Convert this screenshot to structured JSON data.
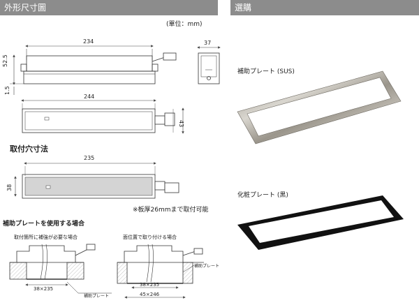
{
  "sections": {
    "outline": "外形尺寸圖",
    "options": "選購"
  },
  "unit_note": "(單位：mm)",
  "front_view": {
    "width": "234",
    "height": "52.5",
    "offset": "1.5"
  },
  "side_view": {
    "width": "37"
  },
  "top_view": {
    "width": "244",
    "depth": "43"
  },
  "cutout": {
    "title": "取付穴寸法",
    "width": "235",
    "height": "38",
    "note": "※板厚26mmまで取付可能"
  },
  "plate_usage": {
    "title": "補助プレートを使用する場合",
    "case1": "取付箇所に補強が必要な場合",
    "case2": "面位置で取り付ける場合",
    "case1_dim": "38×235",
    "case2_dim1": "38×235",
    "case2_dim2": "45×246",
    "plate_label": "補助プレート"
  },
  "products": {
    "sus_label": "補助プレート (SUS)",
    "black_label": "化粧プレート (黒)",
    "sus_color": "#a8a39a",
    "black_color": "#111111"
  }
}
